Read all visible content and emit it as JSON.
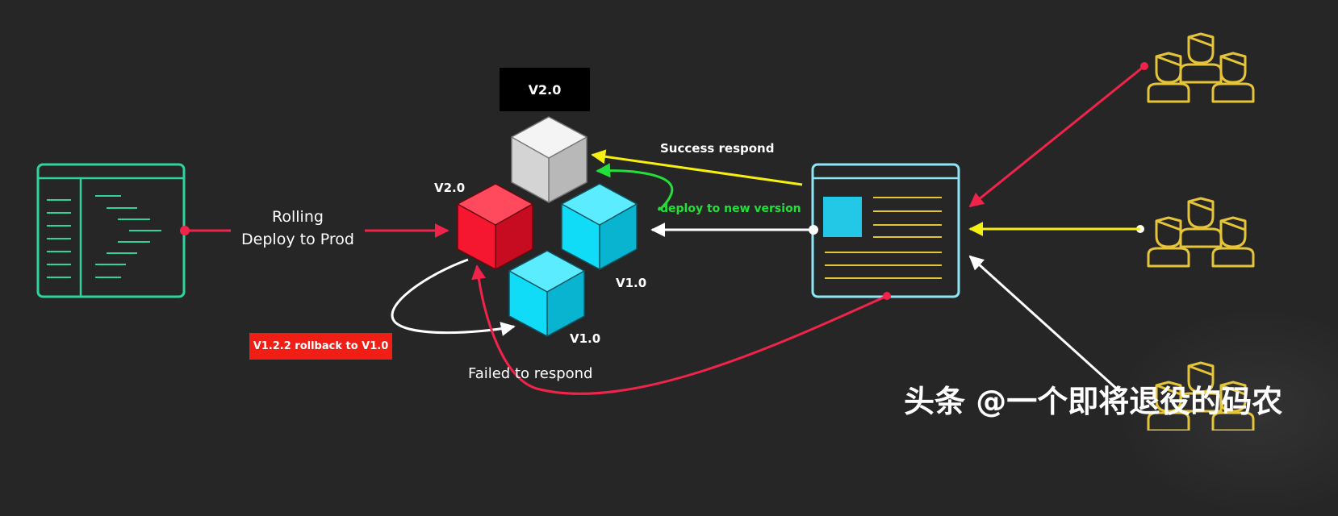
{
  "diagram": {
    "top_version_badge": "V2.0",
    "red_cube_label": "V2.0",
    "blue_cube_right_label": "V1.0",
    "blue_cube_bottom_label": "V1.0",
    "deploy_label_line1": "Rolling",
    "deploy_label_line2": "Deploy to Prod",
    "success_label": "Success respond",
    "new_version_label": "deploy to new version",
    "rollback_label": "V1.2.2 rollback to V1.0",
    "failed_label": "Failed to respond"
  },
  "watermark": "头条 @一个即将退役的码农",
  "colors": {
    "background": "#262626",
    "code_panel": "#2ed3a0",
    "server_panel": "#8ee6f4",
    "cube_blue": "#10dcf8",
    "cube_red": "#f4172f",
    "cube_gray": "#dcdcdc",
    "arrow_red": "#f0244a",
    "arrow_yellow": "#f6ef12",
    "arrow_green": "#22e03a",
    "users": "#e6c437"
  }
}
